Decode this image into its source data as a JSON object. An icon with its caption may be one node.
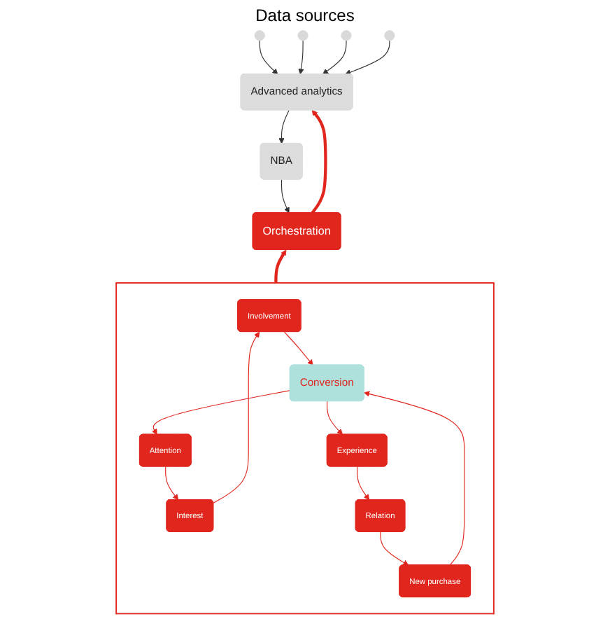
{
  "diagram": {
    "title": "Data sources",
    "nodes": [
      {
        "text": [],
        "shape": "circle"
      },
      {
        "text": [],
        "shape": "circle"
      },
      {
        "text": [],
        "shape": "circle"
      },
      {
        "text": [],
        "shape": "circle"
      },
      {
        "text": [
          "Advanced analytics"
        ]
      },
      {
        "text": [
          "NBA"
        ]
      },
      {
        "text": [
          "Orchestration"
        ]
      },
      {
        "text": [],
        "shape": "box"
      },
      {
        "text": [
          "Involvement"
        ],
        "in": 7
      },
      {
        "text": [
          "New purchase"
        ],
        "in": 7
      },
      {
        "text": [
          "Interest"
        ],
        "in": 7
      },
      {
        "text": [
          "Conversion"
        ],
        "in": 7
      },
      {
        "text": [
          "Relation"
        ],
        "in": 7
      },
      {
        "text": [
          "Attention"
        ],
        "in": 7
      },
      {
        "text": [
          "Experience"
        ],
        "in": 7
      }
    ],
    "edges": [
      {
        "from": 0,
        "to": 4,
        "arrow": "to",
        "color": "#333333"
      },
      {
        "from": 1,
        "to": 4,
        "arrow": "to",
        "color": "#333333"
      },
      {
        "from": 2,
        "to": 4,
        "arrow": "to",
        "color": "#333333"
      },
      {
        "from": 3,
        "to": 4,
        "arrow": "to",
        "color": "#333333"
      },
      {
        "from": 4,
        "to": 5,
        "arrow": "to",
        "color": "#333333"
      },
      {
        "from": 5,
        "to": 6,
        "arrow": "to",
        "color": "#333333"
      },
      {
        "from": 6,
        "to": 4,
        "arrow": "to",
        "style": "thick"
      },
      {
        "from": 7,
        "to": 6,
        "arrow": "to",
        "style": "thick"
      },
      {
        "from": 11,
        "to": 13,
        "arrow": "to"
      },
      {
        "from": 13,
        "to": 10,
        "arrow": "to"
      },
      {
        "from": 10,
        "to": 8,
        "arrow": "to"
      },
      {
        "from": 8,
        "to": 11,
        "arrow": "to"
      },
      {
        "from": 11,
        "to": 14,
        "arrow": "to"
      },
      {
        "from": 14,
        "to": 12,
        "arrow": "to"
      },
      {
        "from": 12,
        "to": 9,
        "arrow": "to"
      },
      {
        "from": 9,
        "to": 11,
        "arrow": "to"
      }
    ]
  }
}
